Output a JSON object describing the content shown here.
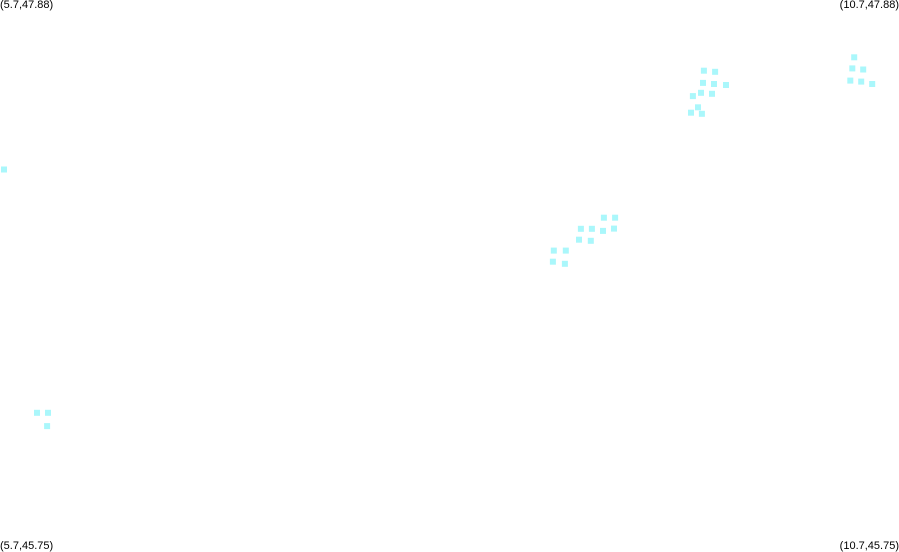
{
  "map": {
    "corners": {
      "top_left": "(5.7,47.88)",
      "top_right": "(10.7,47.88)",
      "bottom_left": "(5.7,45.75)",
      "bottom_right": "(10.7,45.75)"
    },
    "bounds": {
      "lon_min": 5.7,
      "lon_max": 10.7,
      "lat_min": 45.75,
      "lat_max": 47.88
    },
    "marker_color": "#aaf7fb",
    "points": [
      {
        "lon": 5.722,
        "lat": 47.226
      },
      {
        "lon": 5.906,
        "lat": 46.287
      },
      {
        "lon": 5.967,
        "lat": 46.287
      },
      {
        "lon": 5.962,
        "lat": 46.236
      },
      {
        "lon": 8.78,
        "lat": 46.913
      },
      {
        "lon": 8.847,
        "lat": 46.913
      },
      {
        "lon": 8.775,
        "lat": 46.87
      },
      {
        "lon": 8.842,
        "lat": 46.862
      },
      {
        "lon": 8.931,
        "lat": 46.997
      },
      {
        "lon": 8.992,
        "lat": 46.997
      },
      {
        "lon": 8.92,
        "lat": 46.955
      },
      {
        "lon": 8.986,
        "lat": 46.951
      },
      {
        "lon": 9.059,
        "lat": 47.04
      },
      {
        "lon": 9.121,
        "lat": 47.04
      },
      {
        "lon": 9.054,
        "lat": 46.989
      },
      {
        "lon": 9.115,
        "lat": 46.998
      },
      {
        "lon": 9.554,
        "lat": 47.509
      },
      {
        "lon": 9.582,
        "lat": 47.466
      },
      {
        "lon": 9.543,
        "lat": 47.445
      },
      {
        "lon": 9.604,
        "lat": 47.441
      },
      {
        "lon": 9.615,
        "lat": 47.607
      },
      {
        "lon": 9.677,
        "lat": 47.603
      },
      {
        "lon": 9.61,
        "lat": 47.56
      },
      {
        "lon": 9.671,
        "lat": 47.556
      },
      {
        "lon": 9.738,
        "lat": 47.552
      },
      {
        "lon": 9.599,
        "lat": 47.522
      },
      {
        "lon": 9.66,
        "lat": 47.518
      },
      {
        "lon": 10.451,
        "lat": 47.659
      },
      {
        "lon": 10.44,
        "lat": 47.616
      },
      {
        "lon": 10.501,
        "lat": 47.612
      },
      {
        "lon": 10.429,
        "lat": 47.569
      },
      {
        "lon": 10.49,
        "lat": 47.565
      },
      {
        "lon": 10.551,
        "lat": 47.556
      }
    ]
  }
}
